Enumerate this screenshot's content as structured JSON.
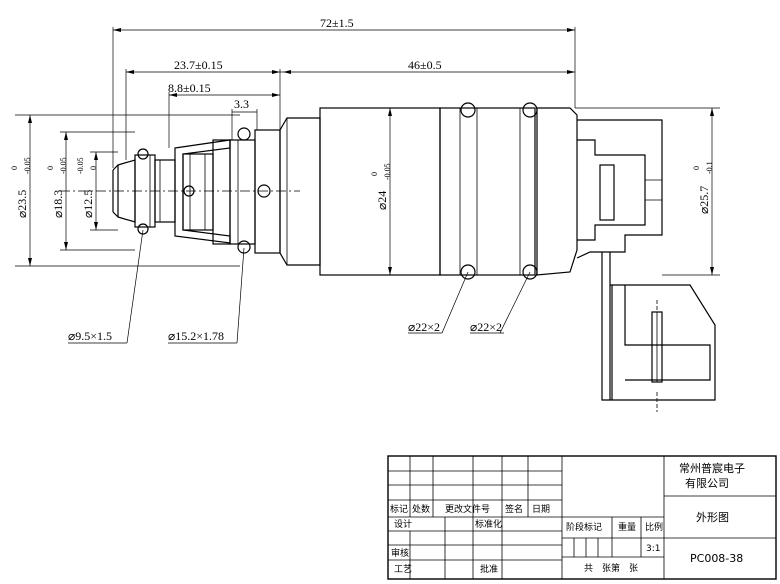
{
  "dimensions": {
    "overall_length": "72±1.5",
    "len_23_7": "23.7±0.15",
    "len_46": "46±0.5",
    "len_8_8": "8.8±0.15",
    "len_3_3": "3.3",
    "dia_23_5_main": "⌀23.5",
    "dia_23_5_sup": "0",
    "dia_23_5_sub": "-0.05",
    "dia_18_3_main": "⌀18.3",
    "dia_18_3_sup": "0",
    "dia_18_3_sub": "-0.05",
    "dia_12_5_main": "⌀12.5",
    "dia_12_5_sup": "-0.05",
    "dia_12_5_sub": "0",
    "dia_24_main": "⌀24",
    "dia_24_sup": "0",
    "dia_24_sub": "-0.05",
    "dia_25_7_main": "⌀25.7",
    "dia_25_7_sup": "0",
    "dia_25_7_sub": "-0.1",
    "oring_9_5": "⌀9.5×1.5",
    "oring_15_2": "⌀15.2×1.78",
    "oring_22_a": "⌀22×2",
    "oring_22_b": "⌀22×2"
  },
  "title_block": {
    "company_line1": "常州普宸电子",
    "company_line2": "有限公司",
    "drawing_name": "外形图",
    "drawing_number": "PC008-38",
    "scale": "3:1",
    "row_biaoji": "标记",
    "row_chushu": "处数",
    "row_genggai": "更改文件号",
    "row_qianming": "签名",
    "row_riqi": "日期",
    "row_sheji": "设计",
    "row_biaozhunhua": "标准化",
    "row_shenhe": "审核",
    "row_gongyi": "工艺",
    "row_pizhun": "批准",
    "col_jieduan": "阶段标记",
    "col_zhongliang": "重量",
    "col_bili": "比例",
    "sheets": "共　张第　张"
  }
}
